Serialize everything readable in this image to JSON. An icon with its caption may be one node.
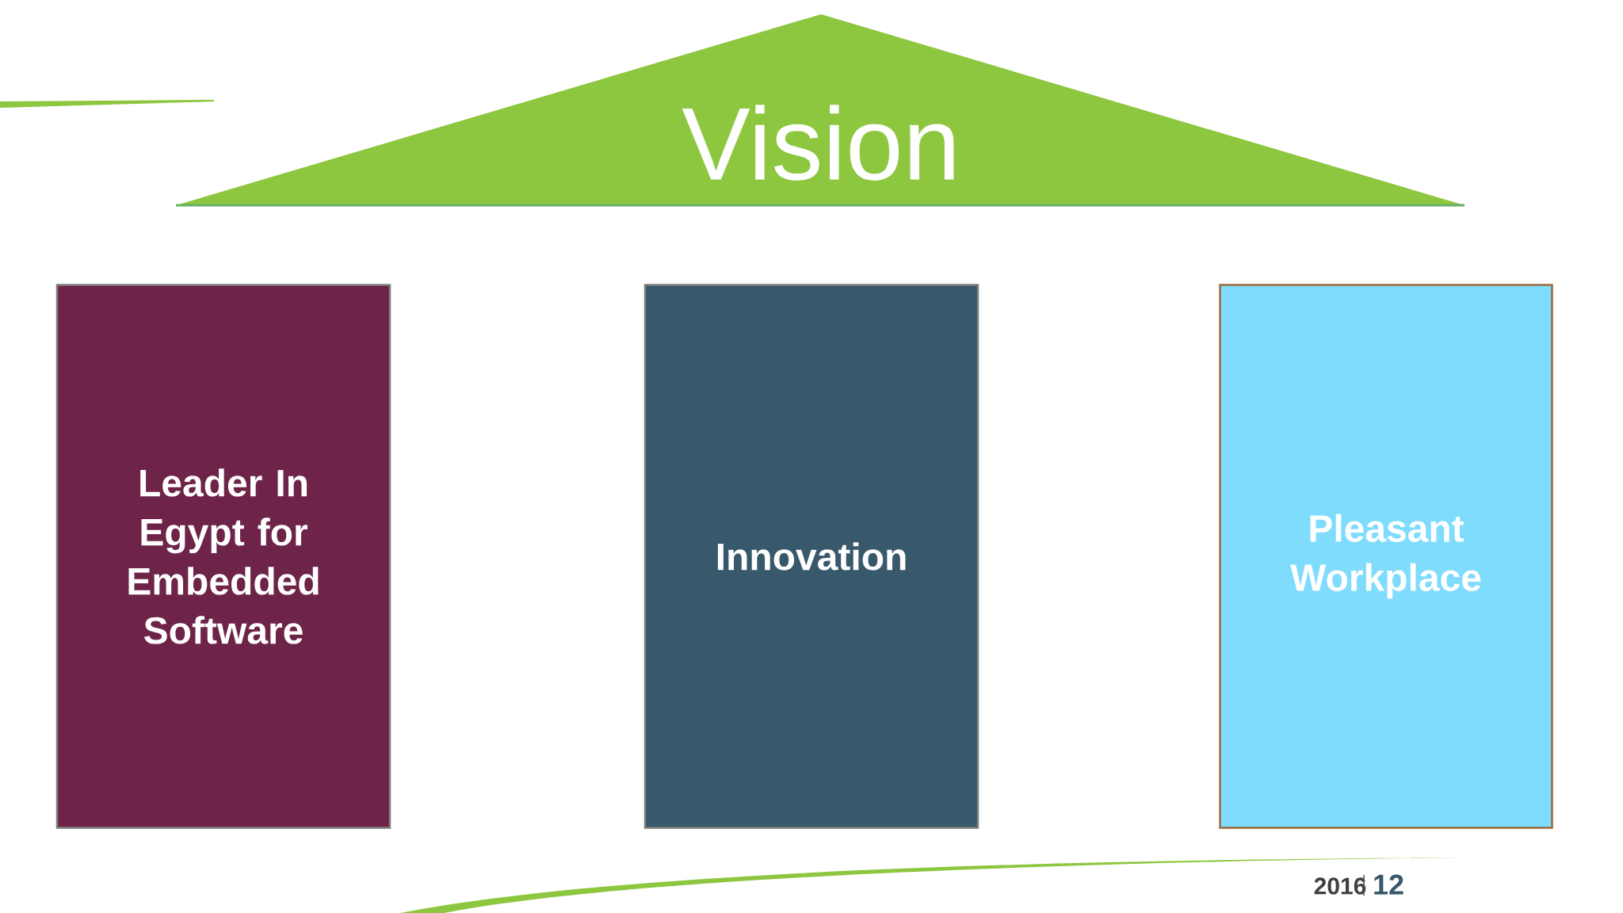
{
  "diagram": {
    "nodes": [
      {
        "text": [
          "Vision"
        ]
      },
      {
        "text": [
          "Leader In Egypt for Embedded Software"
        ]
      },
      {
        "text": [
          "Innovation"
        ]
      },
      {
        "text": [
          "Pleasant Workplace"
        ]
      }
    ],
    "labels": [
      "2016",
      "12"
    ]
  }
}
